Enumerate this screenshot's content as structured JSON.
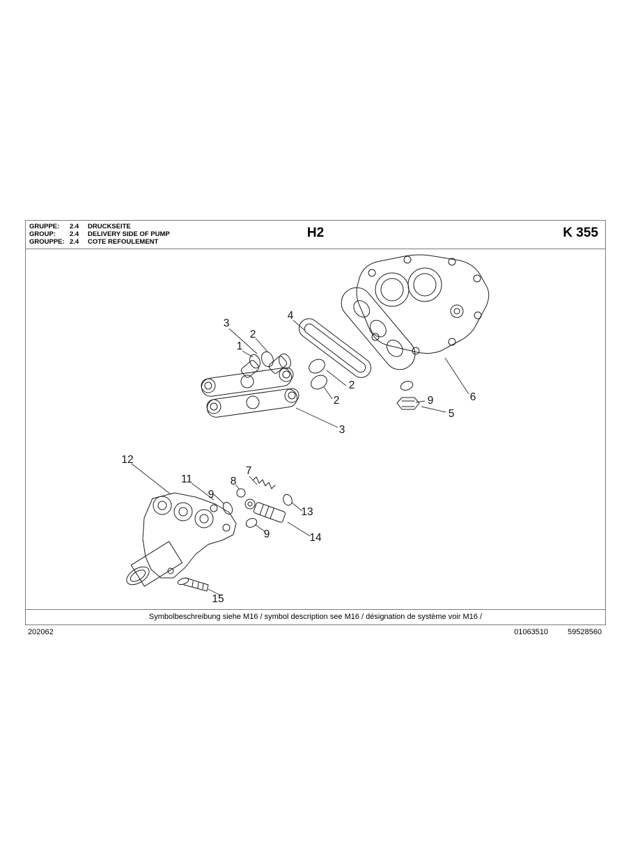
{
  "header": {
    "group_rows": [
      {
        "label": "GRUPPE:",
        "code": "2.4",
        "name": "DRUCKSEITE"
      },
      {
        "label": "GROUP:",
        "code": "2.4",
        "name": "DELIVERY SIDE OF PUMP"
      },
      {
        "label": "GROUPPE:",
        "code": "2.4",
        "name": "COTE REFOULEMENT"
      }
    ],
    "sheet_code": "H2",
    "catalog_code": "K 355"
  },
  "diagram": {
    "callouts": [
      "3",
      "2",
      "1",
      "4",
      "2",
      "2",
      "3",
      "6",
      "9",
      "5",
      "12",
      "11",
      "7",
      "8",
      "9",
      "13",
      "9",
      "14",
      "15"
    ]
  },
  "footer": {
    "symbol_note": "Symbolbeschreibung siehe M16 / symbol description see M16 / désignation de système voir M16 /",
    "document_number": "202062",
    "reference_number": "01063510",
    "part_number": "59528560"
  }
}
